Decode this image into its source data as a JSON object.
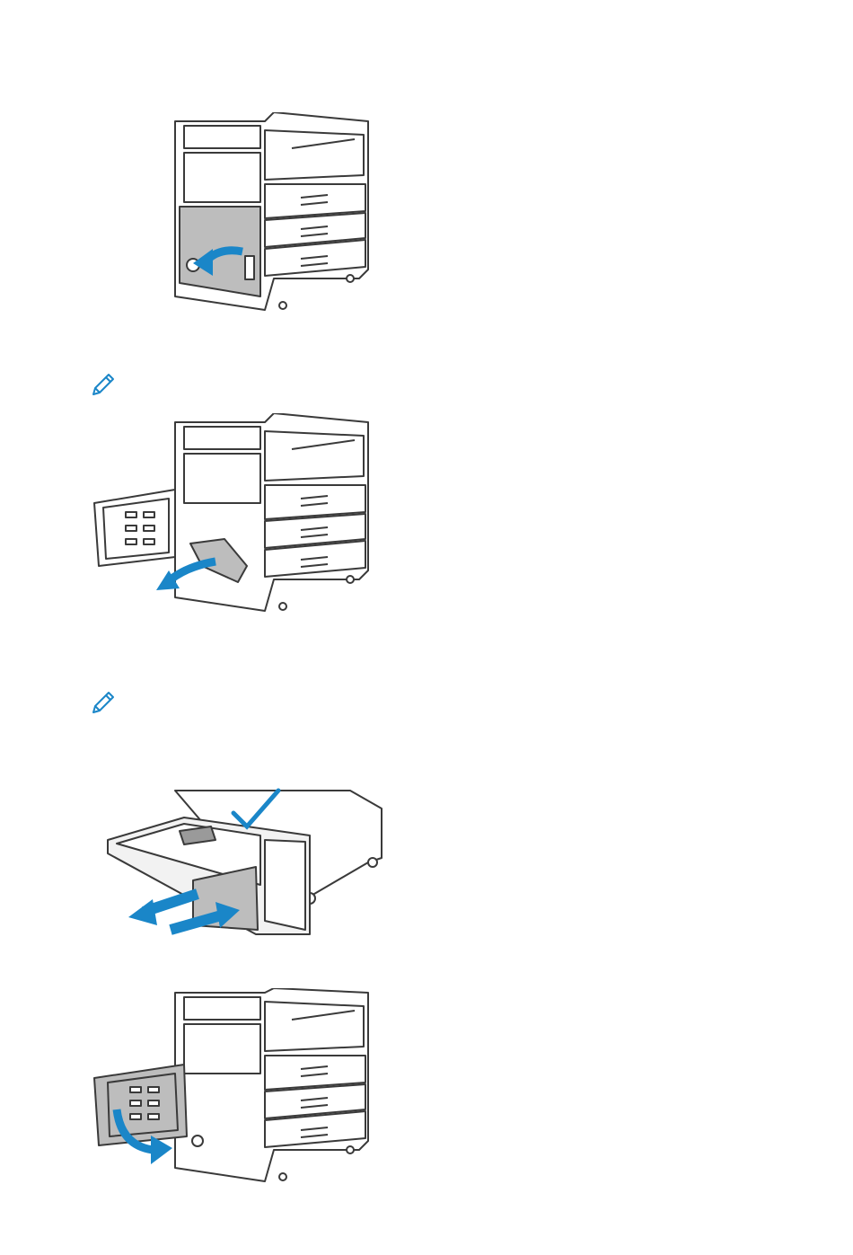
{
  "page": {
    "background": "#ffffff"
  },
  "colors": {
    "arrow": "#1a86c8",
    "line": "#3a3a3a",
    "panel_gray": "#bdbdbd",
    "note_icon": "#1a86c8"
  },
  "figures": [
    {
      "id": "fig-1",
      "icon": "printer-open-left-door-illustration"
    },
    {
      "id": "fig-2",
      "icon": "printer-remove-jammed-paper-illustration"
    },
    {
      "id": "fig-3",
      "icon": "tray-pull-out-push-in-illustration"
    },
    {
      "id": "fig-4",
      "icon": "printer-close-left-door-illustration"
    }
  ],
  "notes": [
    {
      "icon": "pencil-note-icon"
    },
    {
      "icon": "pencil-note-icon"
    }
  ]
}
